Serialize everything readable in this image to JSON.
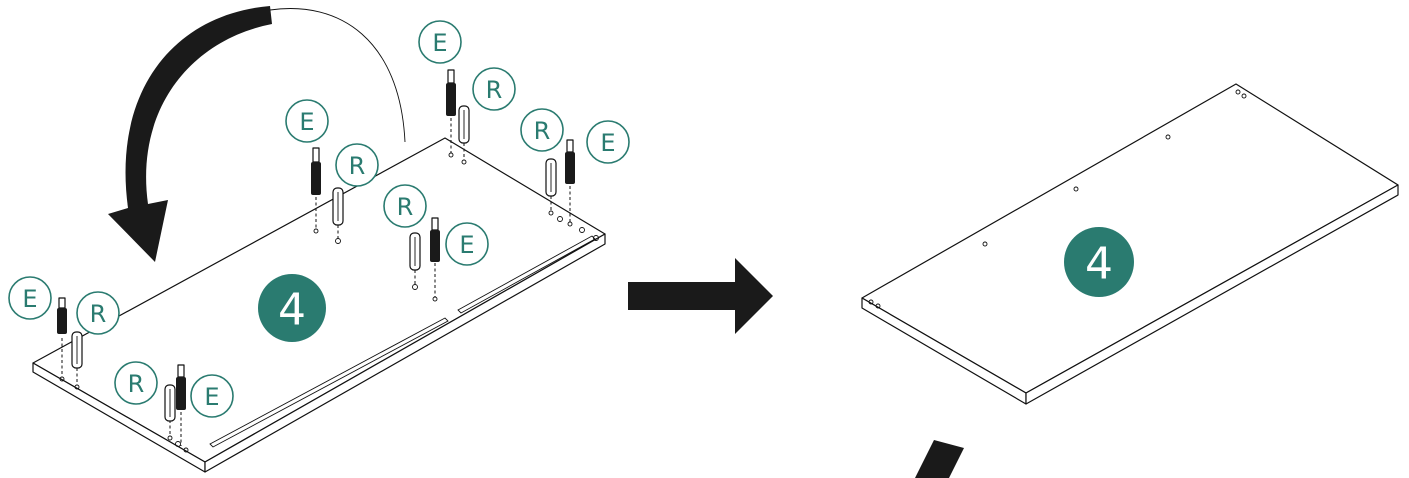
{
  "diagram": {
    "panel_before": {
      "badge_number": "4"
    },
    "panel_after": {
      "badge_number": "4"
    },
    "callouts": [
      {
        "label": "E"
      },
      {
        "label": "R"
      },
      {
        "label": "E"
      },
      {
        "label": "R"
      },
      {
        "label": "R"
      },
      {
        "label": "E"
      },
      {
        "label": "R"
      },
      {
        "label": "E"
      },
      {
        "label": "E"
      },
      {
        "label": "R"
      },
      {
        "label": "R"
      },
      {
        "label": "E"
      }
    ],
    "colors": {
      "accent": "#2a7b70",
      "line": "#111111",
      "arrow": "#1a1a1a"
    },
    "icons": [
      "rotate-arrow-icon",
      "right-arrow-icon",
      "down-arrow-icon"
    ]
  }
}
